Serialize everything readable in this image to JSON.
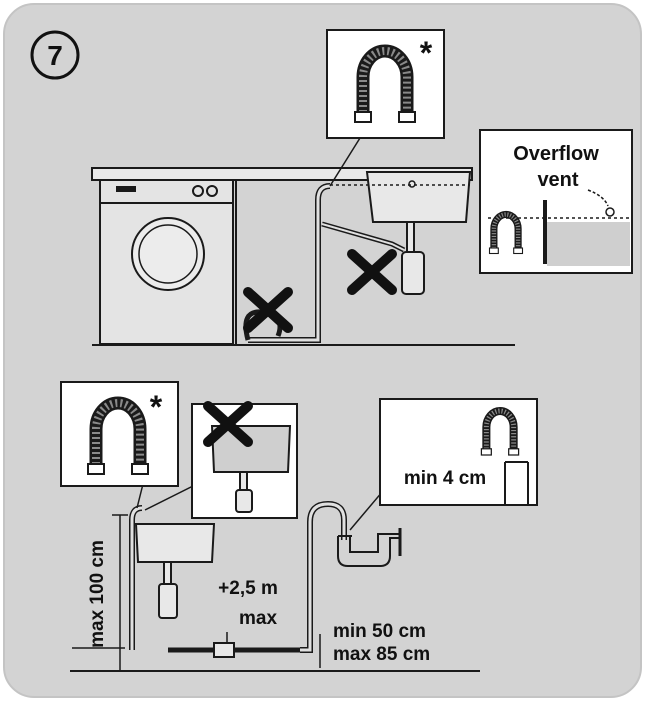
{
  "step_number": "7",
  "colors": {
    "panel": "#d3d3d3",
    "line": "#1a1a1a",
    "inset_bg": "#ffffff",
    "water": "#cfcfcf",
    "cross": "#111111"
  },
  "top_scene": {
    "asterisk_mark": "*",
    "overflow_label_line1": "Overflow",
    "overflow_label_line2": "vent",
    "icons": [
      "washing-machine-icon",
      "sink-icon",
      "hose-bend-icon",
      "forbidden-cross-icon"
    ]
  },
  "bottom_scene": {
    "asterisk_mark": "*",
    "label_min_4cm": "min 4 cm",
    "label_extension": "+2,5 m",
    "label_extension_max": "max",
    "label_min_50": "min 50 cm",
    "label_max_85": "max 85 cm",
    "label_max_100": "max 100 cm"
  }
}
